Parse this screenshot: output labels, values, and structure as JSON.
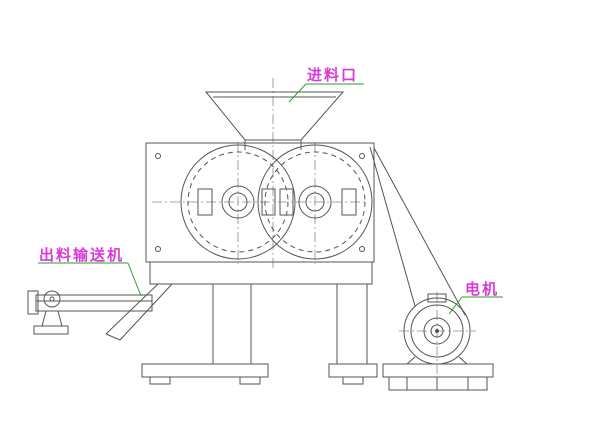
{
  "labels": {
    "feed_inlet": "进料口",
    "discharge_conveyor": "出料输送机",
    "motor": "电机"
  },
  "colors": {
    "line": "#555555",
    "centerline": "#8a8a8a",
    "label_text": "#d93ad9",
    "leader_line": "#2e9b2e",
    "background": "#ffffff"
  }
}
